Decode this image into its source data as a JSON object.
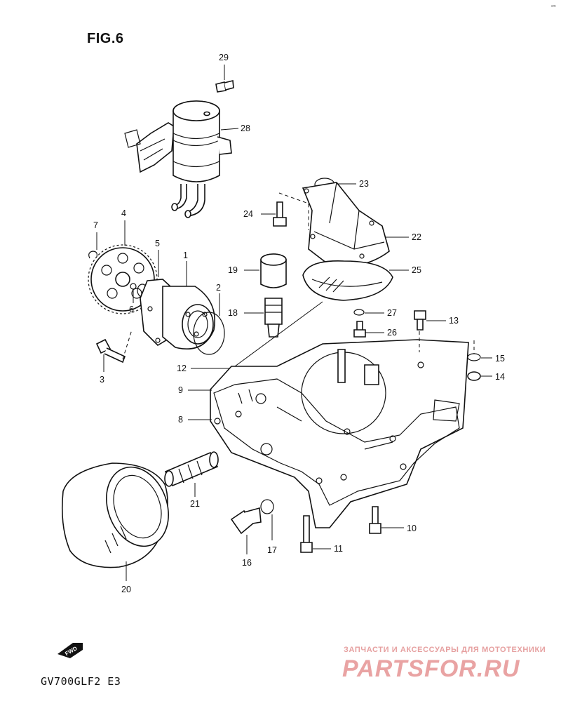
{
  "figure": {
    "title": "FIG.6",
    "model_code": "GV700GLF2 E3",
    "fwd_label": "FWD"
  },
  "watermark": {
    "line1": "ЗАПЧАСТИ И АКСЕССУАРЫ ДЛЯ МОТОТЕХНИКИ",
    "line2": "PARTSFOR.RU"
  },
  "corner_mark": "sm",
  "part_numbers": [
    "1",
    "2",
    "3",
    "4",
    "5",
    "6",
    "7",
    "8",
    "9",
    "10",
    "11",
    "12",
    "13",
    "14",
    "15",
    "16",
    "17",
    "18",
    "19",
    "20",
    "21",
    "22",
    "23",
    "24",
    "25",
    "26",
    "27",
    "28",
    "29"
  ],
  "colors": {
    "line": "#111111",
    "background": "#ffffff",
    "watermark": "#e9a3a3"
  }
}
